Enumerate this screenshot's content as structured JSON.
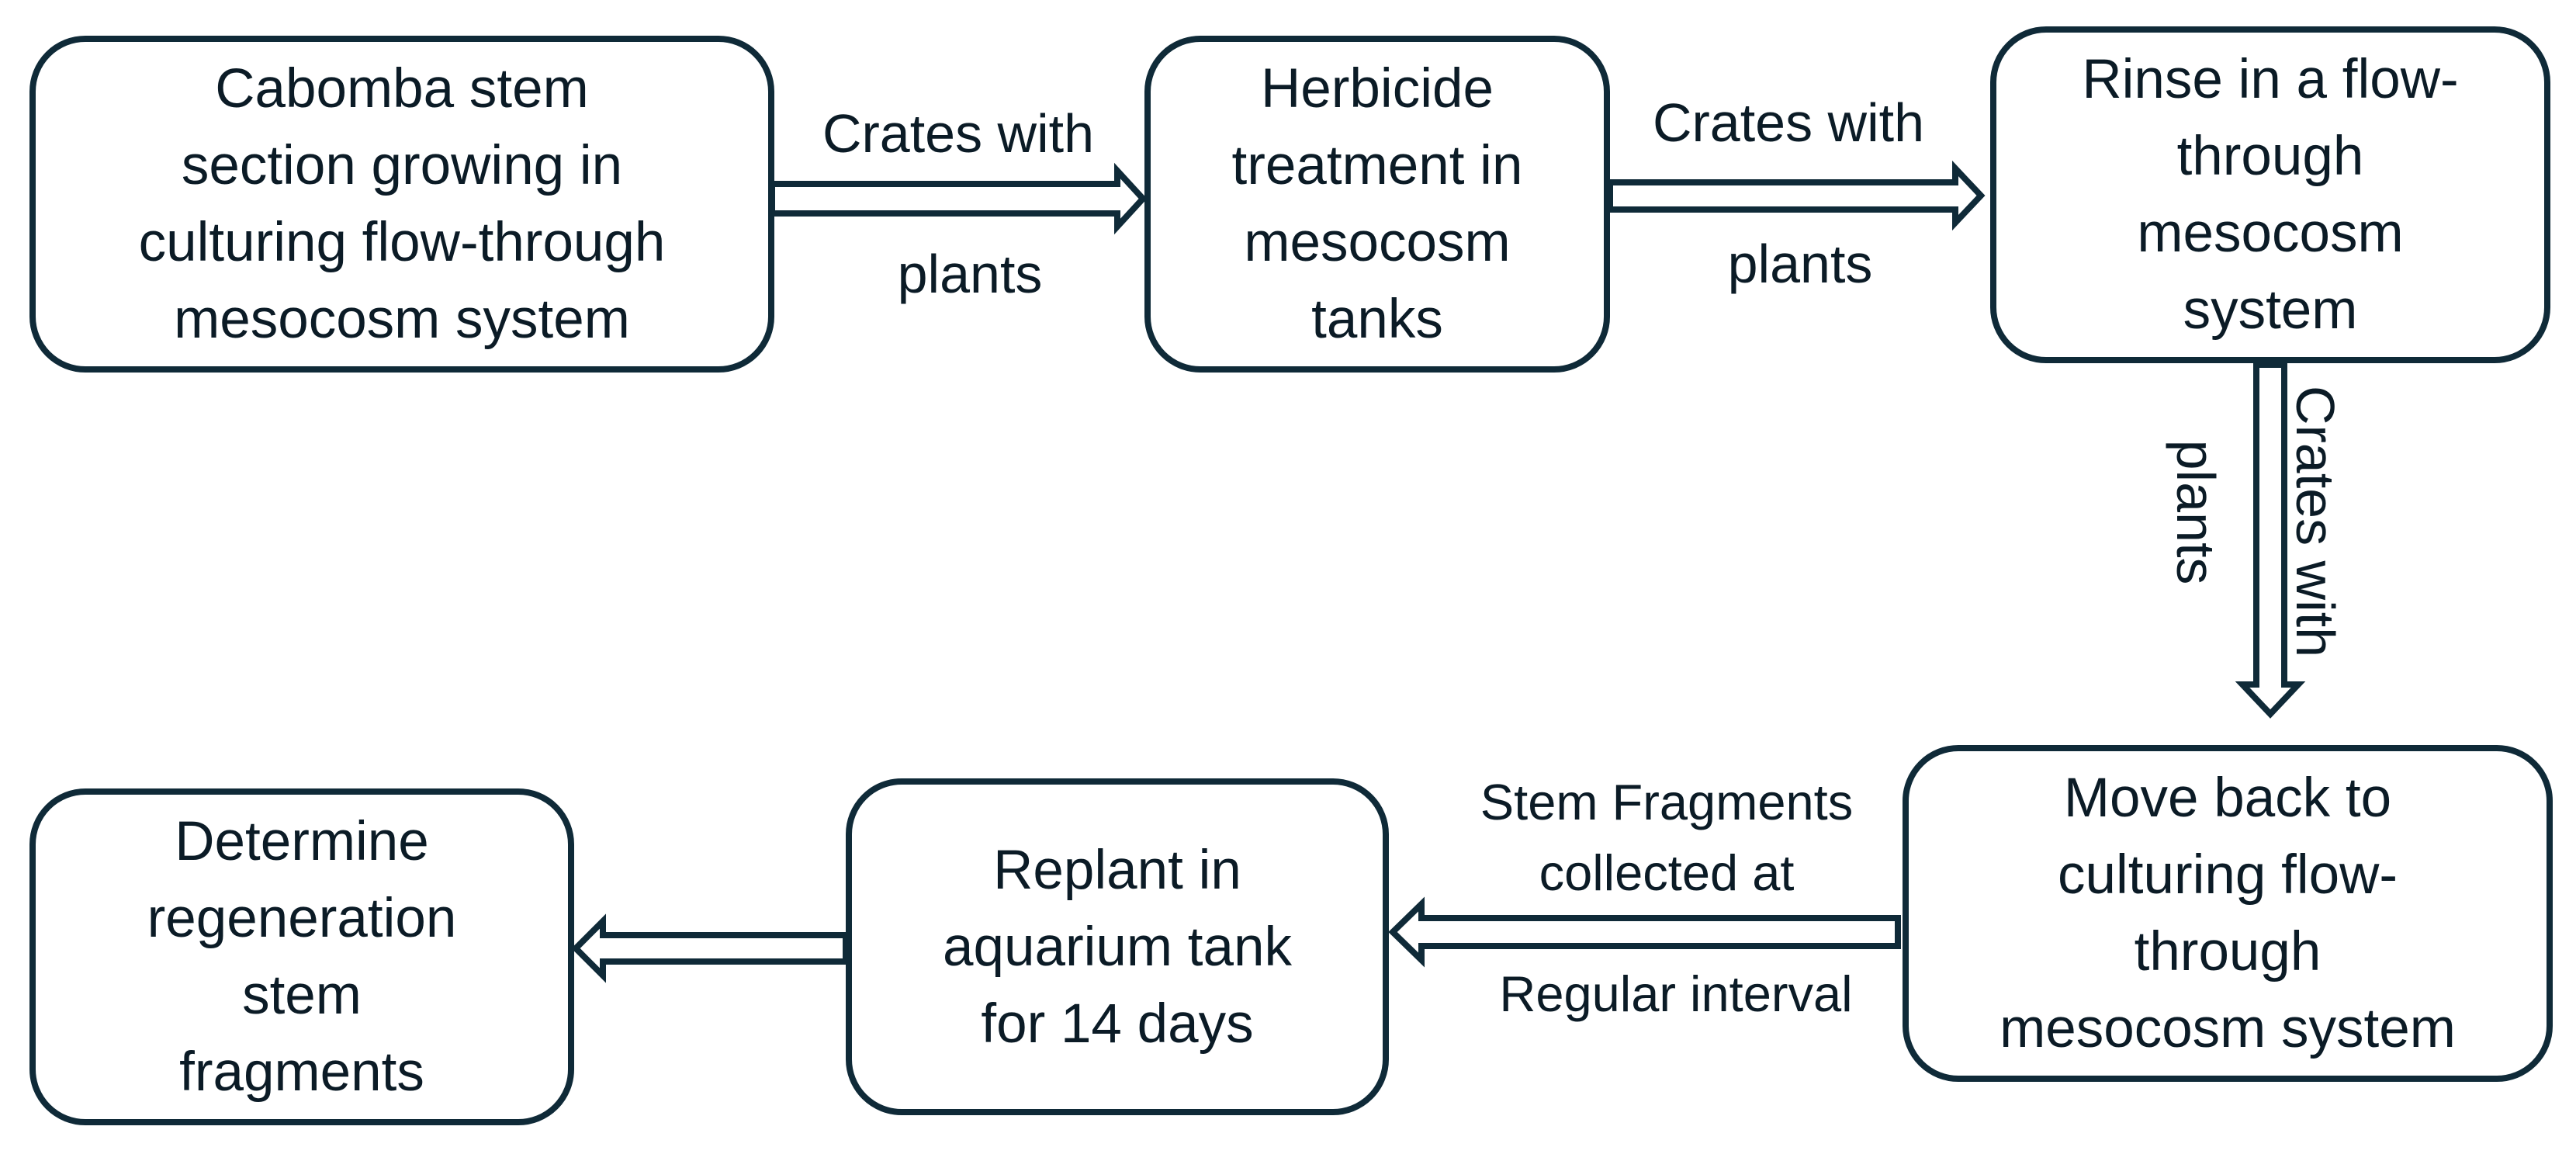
{
  "diagram": {
    "steps": [
      {
        "id": "culture",
        "text": "Cabomba stem\nsection growing in\nculturing flow-through\nmesocosm system"
      },
      {
        "id": "herbicide",
        "text": "Herbicide\ntreatment in\nmesocosm\ntanks"
      },
      {
        "id": "rinse",
        "text": "Rinse in  a flow-\nthrough\nmesocosm\nsystem"
      },
      {
        "id": "move_back",
        "text": "Move back to\nculturing flow-\nthrough\nmesocosm system"
      },
      {
        "id": "replant",
        "text": "Replant in\naquarium tank\nfor 14 days"
      },
      {
        "id": "determine",
        "text": "Determine\nregeneration\nstem\nfragments"
      }
    ],
    "edges": [
      {
        "from": "culture",
        "to": "herbicide",
        "label_top": "Crates with",
        "label_bottom": "plants"
      },
      {
        "from": "herbicide",
        "to": "rinse",
        "label_top": "Crates with",
        "label_bottom": "plants"
      },
      {
        "from": "rinse",
        "to": "move_back",
        "label_right": "Crates with",
        "label_left": "plants"
      },
      {
        "from": "move_back",
        "to": "replant",
        "label_line1": "Stem Fragments",
        "label_line2": "collected at",
        "label_bottom": "Regular interval"
      },
      {
        "from": "replant",
        "to": "determine"
      }
    ],
    "colors": {
      "stroke": "#0f2a38",
      "text": "#0b1b26",
      "background": "#ffffff"
    }
  }
}
